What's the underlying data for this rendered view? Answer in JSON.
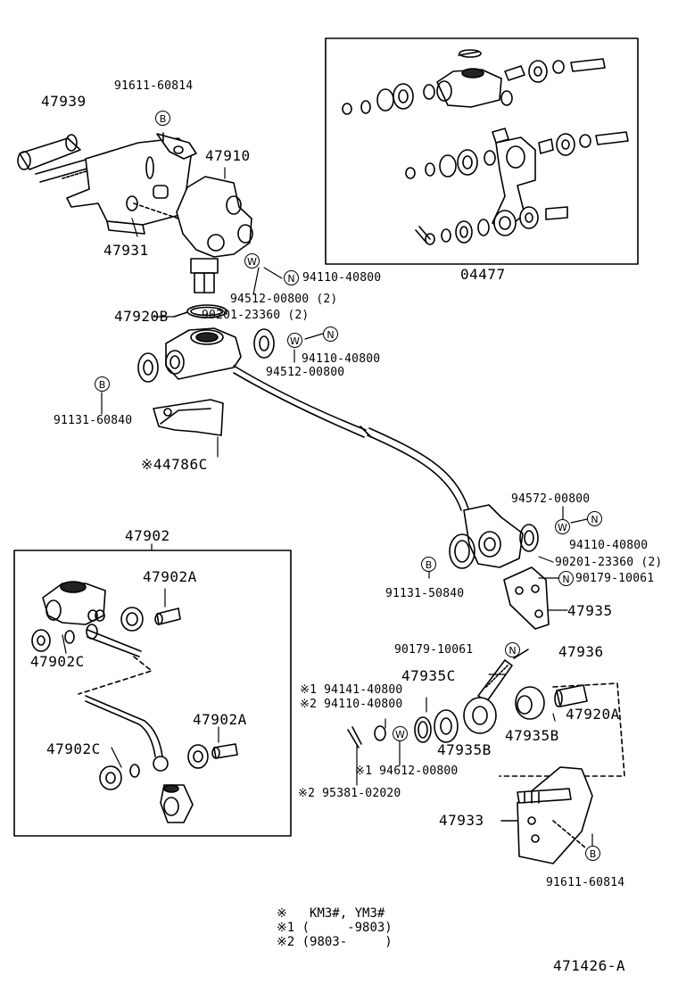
{
  "diagram_id": "471426-A",
  "parts": {
    "p47939": "47939",
    "p91611_top": "91611-60814",
    "p47910": "47910",
    "p47931": "47931",
    "p04477": "04477",
    "p94512_a": "94512-00800 (2)",
    "p94110_a": "94110-40800",
    "p47920B": "47920B",
    "p90201_a": "90201-23360 (2)",
    "p94110_b": "94110-40800",
    "p94512_b": "94512-00800",
    "p91131_a": "91131-60840",
    "p44786C": "※44786C",
    "p47902": "47902",
    "p47902A_top": "47902A",
    "p47902C_top": "47902C",
    "p47902A_bot": "47902A",
    "p47902C_bot": "47902C",
    "p94572": "94572-00800",
    "p94110_c": "94110-40800",
    "p90201_b": "90201-23360 (2)",
    "p91131_b": "91131-50840",
    "p90179_a": "90179-10061",
    "p47935": "47935",
    "p90179_b": "90179-10061",
    "p47936": "47936",
    "p94141": "※1 94141-40800",
    "p94110_d": "※2 94110-40800",
    "p47935C": "47935C",
    "p47935B_a": "47935B",
    "p47935B_b": "47935B",
    "p47920A": "47920A",
    "p94612": "※1 94612-00800",
    "p95381": "※2 95381-02020",
    "p47933": "47933",
    "p91611_bot": "91611-60814"
  },
  "symbols": {
    "bolt": "B",
    "washer": "W",
    "nut": "N"
  },
  "notes": {
    "line1": "※   KM3#, YM3#",
    "line2": "※1 (     -9803)",
    "line3": "※2 (9803-     )"
  }
}
